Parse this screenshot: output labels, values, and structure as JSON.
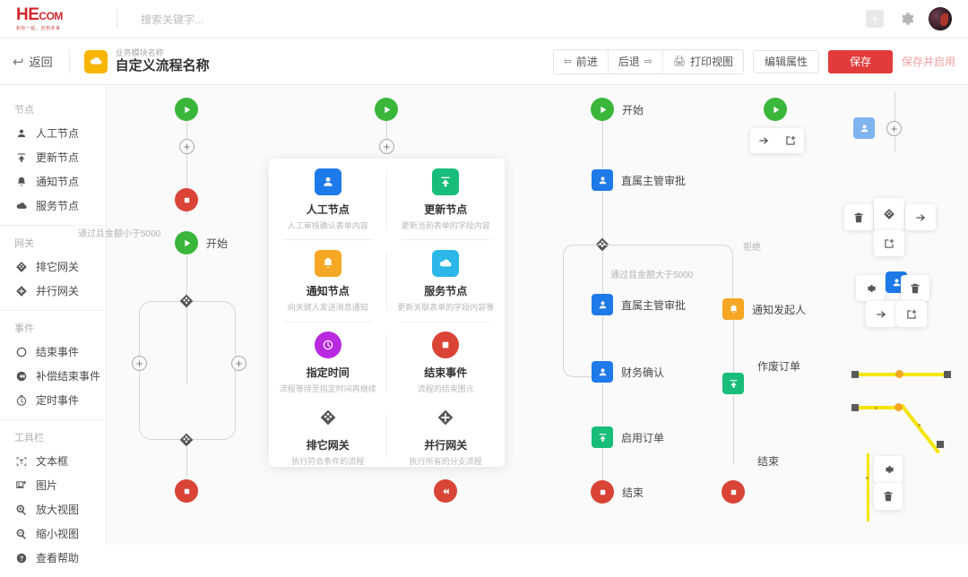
{
  "header": {
    "logo_main": "HE",
    "logo_main_small": "COM",
    "logo_tagline": "和你一起，创想未来",
    "search_placeholder": "搜索关键字...",
    "plus_icon": "plus-icon",
    "gear_icon": "gear-icon",
    "avatar_icon": "user-avatar"
  },
  "subbar": {
    "back_label": "返回",
    "module_sub": "业务模块名称",
    "module_title": "自定义流程名称",
    "toolbar": {
      "forward": "前进",
      "back": "后退",
      "print": "打印视图",
      "edit_props": "编辑属性",
      "save": "保存",
      "save_enable": "保存并启用"
    }
  },
  "sidebar": {
    "groups": [
      {
        "title": "节点",
        "items": [
          {
            "label": "人工节点",
            "icon": "user-icon"
          },
          {
            "label": "更新节点",
            "icon": "upload-icon"
          },
          {
            "label": "通知节点",
            "icon": "bell-icon"
          },
          {
            "label": "服务节点",
            "icon": "cloud-icon"
          }
        ]
      },
      {
        "title": "网关",
        "items": [
          {
            "label": "排它网关",
            "icon": "exclusive-gateway-icon"
          },
          {
            "label": "并行网关",
            "icon": "parallel-gateway-icon"
          }
        ]
      },
      {
        "title": "事件",
        "items": [
          {
            "label": "结束事件",
            "icon": "circle-outline-icon"
          },
          {
            "label": "补偿结束事件",
            "icon": "compensate-icon"
          },
          {
            "label": "定时事件",
            "icon": "timer-icon"
          }
        ]
      },
      {
        "title": "工具栏",
        "items": [
          {
            "label": "文本框",
            "icon": "textbox-icon"
          },
          {
            "label": "图片",
            "icon": "image-icon"
          },
          {
            "label": "放大视图",
            "icon": "zoom-in-icon"
          },
          {
            "label": "缩小视图",
            "icon": "zoom-out-icon"
          },
          {
            "label": "查看帮助",
            "icon": "help-icon"
          }
        ]
      }
    ]
  },
  "palette": {
    "items": [
      {
        "name": "人工节点",
        "desc": "人工审核确认表单内容",
        "icon": "user-icon",
        "color": "#1e7ae8"
      },
      {
        "name": "更新节点",
        "desc": "更新当前表单的字段内容",
        "icon": "upload-icon",
        "color": "#17bd79"
      },
      {
        "name": "通知节点",
        "desc": "向关键人发送消息通知",
        "icon": "bell-icon",
        "color": "#f5a623"
      },
      {
        "name": "服务节点",
        "desc": "更新关联表单的字段内容等",
        "icon": "cloud-icon",
        "color": "#2bb8e8"
      },
      {
        "name": "指定时间",
        "desc": "流程等待至指定时间再继续",
        "icon": "timer-icon",
        "color": "#b829e0"
      },
      {
        "name": "结束事件",
        "desc": "流程的结束图元",
        "icon": "stop-icon",
        "color": "#d94437"
      },
      {
        "name": "排它网关",
        "desc": "执行符合条件的流程",
        "icon": "exclusive-gateway-icon",
        "color": "#555555"
      },
      {
        "name": "并行网关",
        "desc": "执行所有的分支流程",
        "icon": "parallel-gateway-icon",
        "color": "#555555"
      }
    ]
  },
  "canvas": {
    "column1": {
      "start_icon": "play-icon",
      "plus_handle": "plus-handle-icon",
      "end_icon": "stop-icon",
      "start2_label": "开始",
      "gateway_icon": "exclusive-gateway-icon",
      "branch_plus_left": "plus-handle-icon",
      "branch_plus_right": "plus-handle-icon",
      "join_gateway_icon": "exclusive-gateway-icon",
      "end2_icon": "stop-icon"
    },
    "column2": {
      "start_icon": "play-icon",
      "plus_handle": "plus-handle-icon",
      "compensate_icon": "compensate-end-icon"
    },
    "column3": {
      "nodes": [
        {
          "label": "开始",
          "icon": "play-icon",
          "type": "start"
        },
        {
          "label": "直属主管审批",
          "icon": "user-icon",
          "type": "user"
        },
        {
          "label": "直属主管审批",
          "icon": "user-icon",
          "type": "user"
        },
        {
          "label": "财务确认",
          "icon": "user-icon",
          "type": "user"
        },
        {
          "label": "启用订单",
          "icon": "upload-icon",
          "type": "update"
        },
        {
          "label": "结束",
          "icon": "stop-icon",
          "type": "end"
        }
      ],
      "branch_nodes": [
        {
          "label": "通知发起人",
          "icon": "bell-icon",
          "type": "notify"
        },
        {
          "label": "作废订单",
          "icon": "upload-icon",
          "type": "update"
        },
        {
          "label": "结束",
          "icon": "stop-icon",
          "type": "end"
        }
      ],
      "edge_labels": {
        "left_cond": "通过且金额小于5000",
        "mid_cond": "通过且金额大于5000",
        "right_cond": "拒绝"
      },
      "gateway_icon": "exclusive-gateway-icon"
    },
    "widgets": {
      "start_sample_icon": "play-icon",
      "popup_arrow_icon": "arrow-right-icon",
      "popup_addnode_icon": "add-node-icon",
      "user_node_icon": "user-icon",
      "plus_handle": "plus-handle-icon",
      "toolbar1": [
        "trash-icon",
        "exclusive-gateway-icon",
        "arrow-right-icon",
        "add-node-icon"
      ],
      "toolbar2": [
        "gear-icon",
        "user-icon",
        "trash-icon",
        "arrow-right-icon",
        "add-node-icon"
      ],
      "line_toolbar": [
        "gear-icon",
        "trash-icon"
      ],
      "selection_color": "#f5e400",
      "handle_color": "#f5a623"
    }
  }
}
